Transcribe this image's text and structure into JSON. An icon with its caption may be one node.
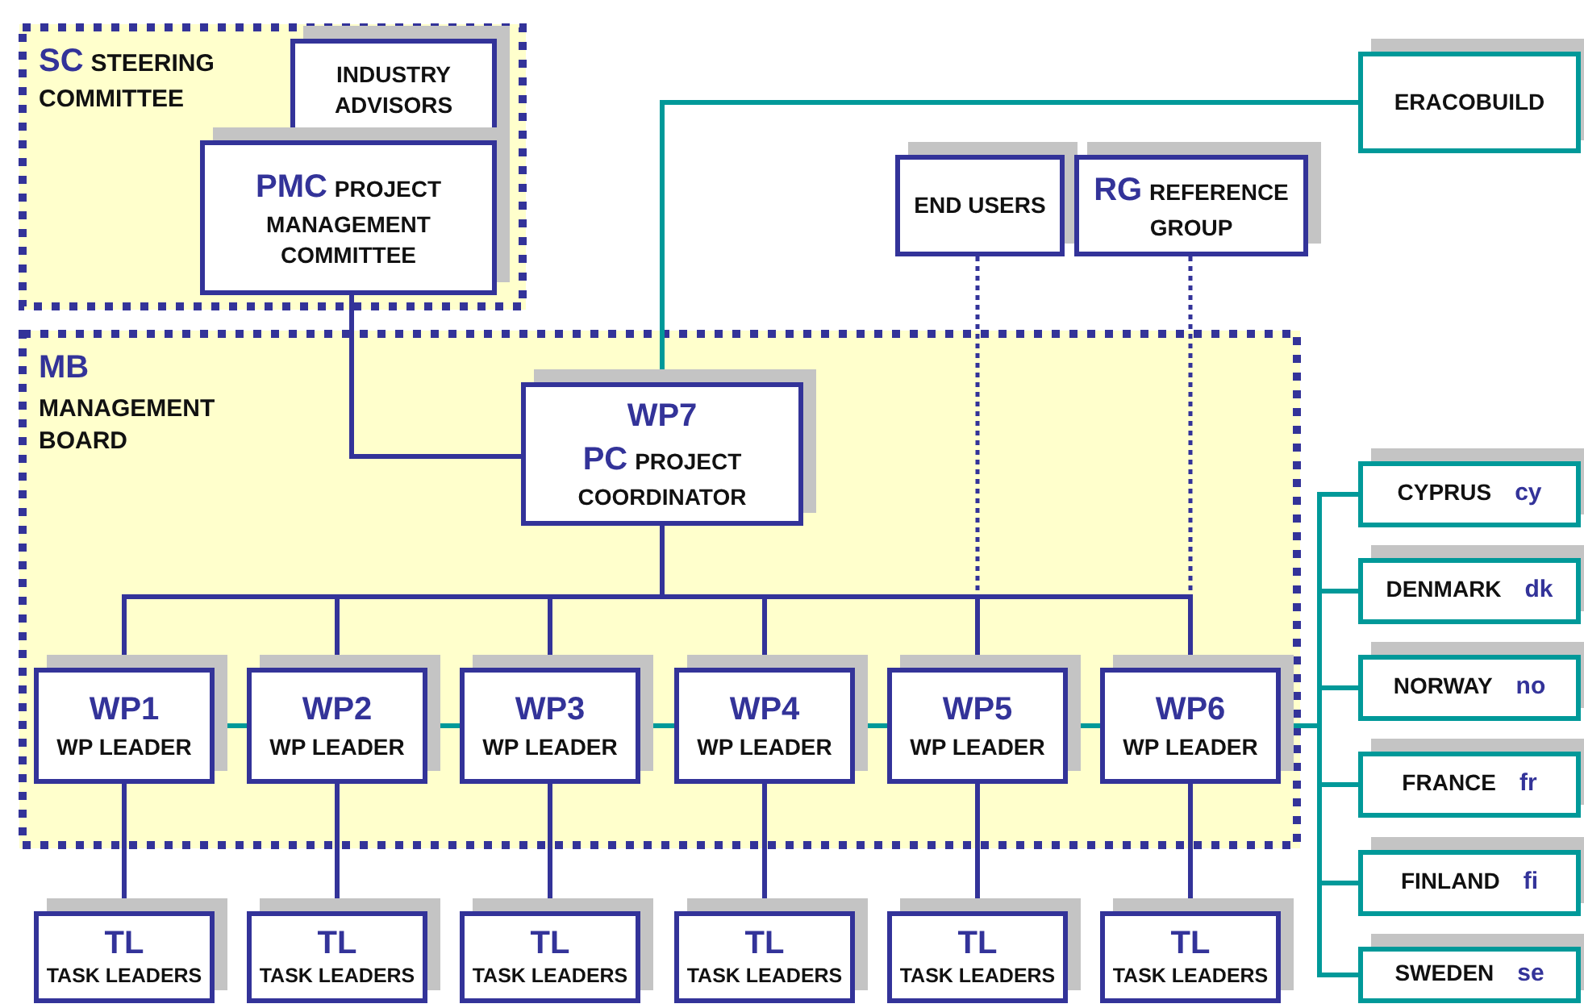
{
  "diagram": {
    "nodes": [
      {
        "text": [
          "SC",
          "STEERING COMMITTEE"
        ]
      },
      {
        "text": [
          "INDUSTRY ADVISORS"
        ],
        "in": 0
      },
      {
        "text": [
          "PMC",
          "PROJECT MANAGEMENT COMMITTEE"
        ],
        "in": 0
      },
      {
        "text": [
          "ERACOBUILD"
        ]
      },
      {
        "text": [
          "END USERS"
        ]
      },
      {
        "text": [
          "RG",
          "REFERENCE GROUP"
        ]
      },
      {
        "text": [
          "MB",
          "MANAGEMENT BOARD"
        ]
      },
      {
        "text": [
          "WP7",
          "PC",
          "PROJECT COORDINATOR"
        ],
        "in": 6
      },
      {
        "text": [
          "WP1",
          "WP LEADER"
        ],
        "in": 6
      },
      {
        "text": [
          "WP2",
          "WP LEADER"
        ],
        "in": 6
      },
      {
        "text": [
          "WP3",
          "WP LEADER"
        ],
        "in": 6
      },
      {
        "text": [
          "WP4",
          "WP LEADER"
        ],
        "in": 6
      },
      {
        "text": [
          "WP5",
          "WP LEADER"
        ],
        "in": 6
      },
      {
        "text": [
          "WP6",
          "WP LEADER"
        ],
        "in": 6
      },
      {
        "text": [
          "TL",
          "TASK LEADERS"
        ]
      },
      {
        "text": [
          "TL",
          "TASK LEADERS"
        ]
      },
      {
        "text": [
          "TL",
          "TASK LEADERS"
        ]
      },
      {
        "text": [
          "TL",
          "TASK LEADERS"
        ]
      },
      {
        "text": [
          "TL",
          "TASK LEADERS"
        ]
      },
      {
        "text": [
          "TL",
          "TASK LEADERS"
        ]
      },
      {
        "text": [
          "CYPRUS",
          "cy"
        ]
      },
      {
        "text": [
          "DENMARK",
          "dk"
        ]
      },
      {
        "text": [
          "NORWAY",
          "no"
        ]
      },
      {
        "text": [
          "FRANCE",
          "fr"
        ]
      },
      {
        "text": [
          "FINLAND",
          "fi"
        ]
      },
      {
        "text": [
          "SWEDEN",
          "se"
        ]
      }
    ],
    "edges": [
      {
        "from": 2,
        "to": 7,
        "arrow": "none"
      },
      {
        "from": 7,
        "to": 3,
        "arrow": "none",
        "color": "#009999"
      },
      {
        "from": 7,
        "to": 8,
        "arrow": "none"
      },
      {
        "from": 7,
        "to": 9,
        "arrow": "none"
      },
      {
        "from": 7,
        "to": 10,
        "arrow": "none"
      },
      {
        "from": 7,
        "to": 11,
        "arrow": "none"
      },
      {
        "from": 7,
        "to": 12,
        "arrow": "none"
      },
      {
        "from": 7,
        "to": 13,
        "arrow": "none"
      },
      {
        "from": 4,
        "to": 12,
        "arrow": "none",
        "style": "dashed"
      },
      {
        "from": 5,
        "to": 13,
        "arrow": "none",
        "style": "dashed"
      },
      {
        "from": 8,
        "to": 9,
        "arrow": "none",
        "color": "#009999"
      },
      {
        "from": 9,
        "to": 10,
        "arrow": "none",
        "color": "#009999"
      },
      {
        "from": 10,
        "to": 11,
        "arrow": "none",
        "color": "#009999"
      },
      {
        "from": 11,
        "to": 12,
        "arrow": "none",
        "color": "#009999"
      },
      {
        "from": 12,
        "to": 13,
        "arrow": "none",
        "color": "#009999"
      },
      {
        "from": 8,
        "to": 14,
        "arrow": "none"
      },
      {
        "from": 9,
        "to": 15,
        "arrow": "none"
      },
      {
        "from": 10,
        "to": 16,
        "arrow": "none"
      },
      {
        "from": 11,
        "to": 17,
        "arrow": "none"
      },
      {
        "from": 12,
        "to": 18,
        "arrow": "none"
      },
      {
        "from": 13,
        "to": 19,
        "arrow": "none"
      },
      {
        "from": 13,
        "to": 20,
        "arrow": "none",
        "color": "#009999"
      },
      {
        "from": 13,
        "to": 21,
        "arrow": "none",
        "color": "#009999"
      },
      {
        "from": 13,
        "to": 22,
        "arrow": "none",
        "color": "#009999"
      },
      {
        "from": 13,
        "to": 23,
        "arrow": "none",
        "color": "#009999"
      },
      {
        "from": 13,
        "to": 24,
        "arrow": "none",
        "color": "#009999"
      },
      {
        "from": 13,
        "to": 25,
        "arrow": "none",
        "color": "#009999"
      }
    ]
  }
}
